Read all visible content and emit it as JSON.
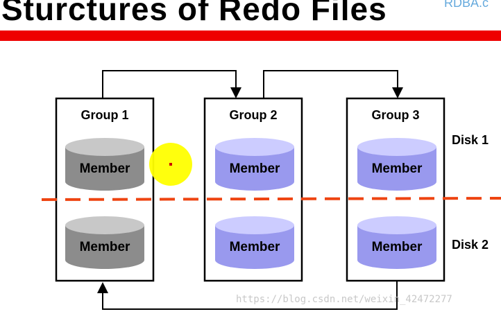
{
  "title": "Sturctures of Redo Files",
  "logo_fragment": "RDBA.c",
  "colors": {
    "title_bar": "#ee0000",
    "divider": "#ee4411",
    "member_gray_body": "#8c8c8c",
    "member_gray_top": "#c8c8c8",
    "member_blue_body": "#9999ee",
    "member_blue_top": "#ccccff",
    "pointer": "#ffff00",
    "pointer_dot": "#cc0000"
  },
  "disks": [
    {
      "label": "Disk 1"
    },
    {
      "label": "Disk 2"
    }
  ],
  "groups": [
    {
      "label": "Group 1",
      "members": [
        {
          "label": "Member",
          "state": "inactive"
        },
        {
          "label": "Member",
          "state": "inactive"
        }
      ]
    },
    {
      "label": "Group 2",
      "members": [
        {
          "label": "Member",
          "state": "active"
        },
        {
          "label": "Member",
          "state": "active"
        }
      ]
    },
    {
      "label": "Group 3",
      "members": [
        {
          "label": "Member",
          "state": "active"
        },
        {
          "label": "Member",
          "state": "active"
        }
      ]
    }
  ],
  "flow": [
    {
      "from": "Group 1",
      "to": "Group 2"
    },
    {
      "from": "Group 2",
      "to": "Group 3"
    },
    {
      "from": "Group 3",
      "to": "Group 1"
    }
  ],
  "watermark": "https://blog.csdn.net/weixin_42472277"
}
